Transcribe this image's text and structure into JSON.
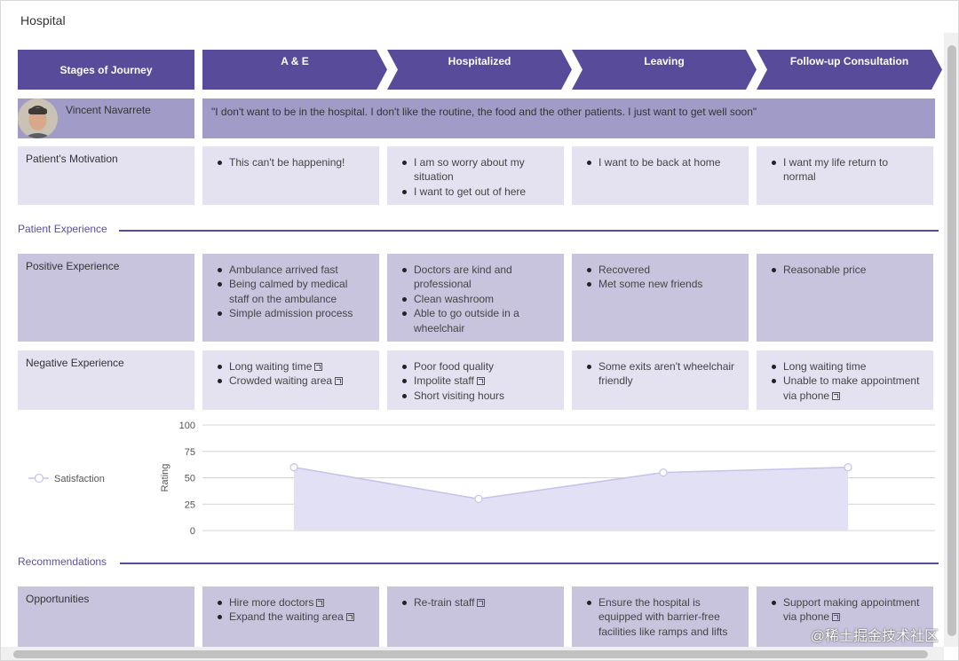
{
  "window": {
    "title": "Hospital"
  },
  "stages": {
    "label": "Stages of Journey",
    "items": [
      "A & E",
      "Hospitalized",
      "Leaving",
      "Follow-up Consultation"
    ]
  },
  "persona": {
    "name": "Vincent Navarrete",
    "quote": "\"I don't want to be in the hospital. I don't like the routine, the food and the other patients. I just want to get well soon\""
  },
  "motivation": {
    "label": "Patient's Motivation",
    "cells": [
      [
        "This can't be happening!"
      ],
      [
        "I am so worry about my situation",
        "I want to get out of here"
      ],
      [
        "I want to be back at home"
      ],
      [
        "I want my life return to normal"
      ]
    ]
  },
  "patient_experience": {
    "section_title": "Patient Experience",
    "positive": {
      "label": "Positive Experience",
      "cells": [
        [
          "Ambulance arrived fast",
          "Being calmed by medical staff on the ambulance",
          "Simple admission process"
        ],
        [
          "Doctors are kind and professional",
          "Clean washroom",
          "Able to go outside in a wheelchair"
        ],
        [
          "Recovered",
          "Met some new friends"
        ],
        [
          "Reasonable price"
        ]
      ]
    },
    "negative": {
      "label": "Negative Experience",
      "cells": [
        [
          "Long waiting time",
          "Crowded waiting area"
        ],
        [
          "Poor food quality",
          "Impolite staff",
          "Short visiting hours"
        ],
        [
          "Some exits aren't wheelchair friendly"
        ],
        [
          "Long waiting time",
          "Unable to make appointment via phone"
        ]
      ]
    }
  },
  "chart_data": {
    "type": "area",
    "categories": [
      "A & E",
      "Hospitalized",
      "Leaving",
      "Follow-up Consultation"
    ],
    "series": [
      {
        "name": "Satisfaction",
        "values": [
          60,
          30,
          55,
          60
        ]
      }
    ],
    "ylabel": "Rating",
    "ylim": [
      0,
      100
    ],
    "yticks": [
      "100",
      "75",
      "50",
      "25",
      "0"
    ],
    "legend": "left",
    "colors": {
      "fill": "#e2e0f5",
      "line": "#c6c2ea",
      "axis": "#d4d4d4"
    }
  },
  "recommendations": {
    "section_title": "Recommendations",
    "opportunities": {
      "label": "Opportunities",
      "cells": [
        [
          "Hire more doctors",
          "Expand the waiting area"
        ],
        [
          "Re-train staff"
        ],
        [
          "Ensure the hospital is equipped with barrier-free facilities like ramps and lifts"
        ],
        [
          "Support making appointment via phone"
        ]
      ]
    }
  },
  "watermark": "@稀土掘金技术社区",
  "colors": {
    "header": "#574b9a",
    "persona": "#a19bc8",
    "light": "#e4e2f0",
    "mid": "#c8c4de",
    "section": "#5a4fa0"
  }
}
